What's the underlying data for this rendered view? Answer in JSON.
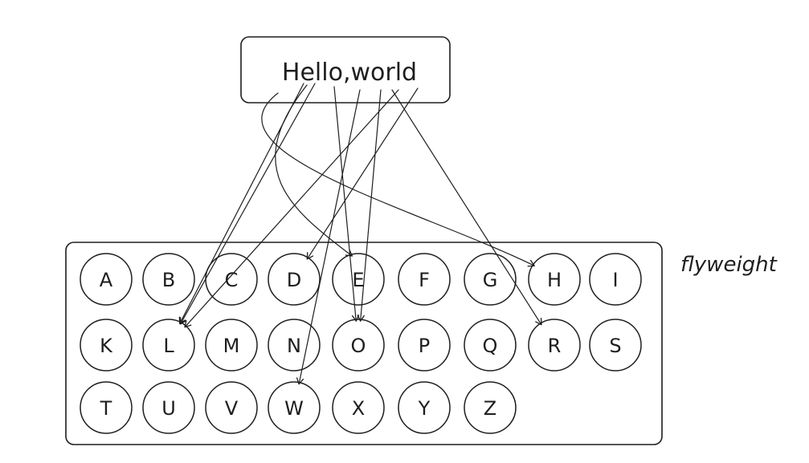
{
  "diagram": {
    "source_text": "Hello,world",
    "pool_label": "flyweight",
    "letters": [
      "A",
      "B",
      "C",
      "D",
      "E",
      "F",
      "G",
      "H",
      "I",
      "K",
      "L",
      "M",
      "N",
      "O",
      "P",
      "Q",
      "R",
      "S",
      "T",
      "U",
      "V",
      "W",
      "X",
      "Y",
      "Z"
    ],
    "links": [
      "H",
      "E",
      "L",
      "L",
      "O",
      "W",
      "O",
      "R",
      "L",
      "D"
    ],
    "stroke_color": "#1e1e1e",
    "background": "#ffffff"
  }
}
